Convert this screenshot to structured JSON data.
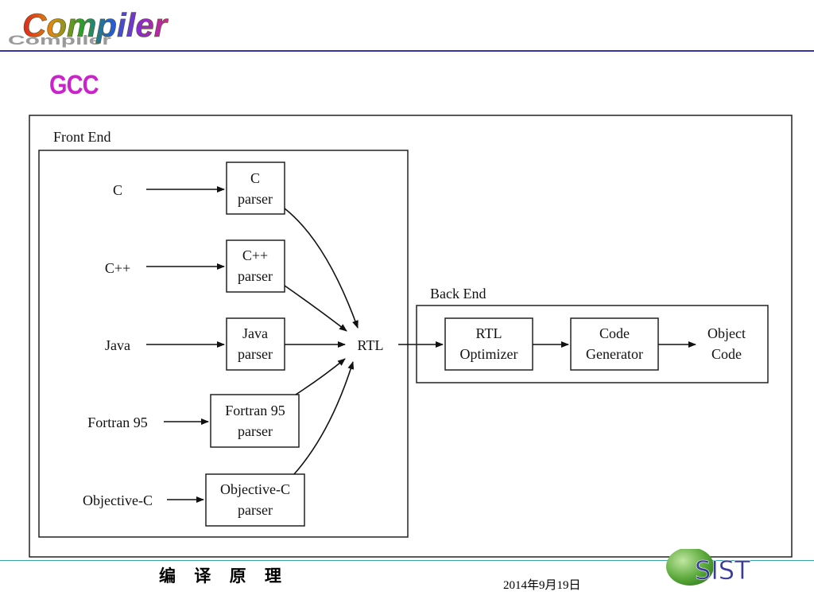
{
  "header": {
    "logo_text": "Compiler",
    "title": "GCC"
  },
  "diagram": {
    "front_end_label": "Front End",
    "back_end_label": "Back End",
    "languages": [
      "C",
      "C++",
      "Java",
      "Fortran 95",
      "Objective-C"
    ],
    "parsers": [
      {
        "line1": "C",
        "line2": "parser"
      },
      {
        "line1": "C++",
        "line2": "parser"
      },
      {
        "line1": "Java",
        "line2": "parser"
      },
      {
        "line1": "Fortran 95",
        "line2": "parser"
      },
      {
        "line1": "Objective-C",
        "line2": "parser"
      }
    ],
    "rtl": "RTL",
    "optimizer": {
      "line1": "RTL",
      "line2": "Optimizer"
    },
    "generator": {
      "line1": "Code",
      "line2": "Generator"
    },
    "output": {
      "line1": "Object",
      "line2": "Code"
    }
  },
  "footer": {
    "course": "编 译 原 理",
    "date": "2014年9月19日",
    "logo_text": "SIST"
  },
  "colors": {
    "title": "#cc22cc",
    "header_rule": "#3333aa",
    "footer_rule": "#3aa3a3",
    "sist_green": "#4a9a2e",
    "sist_text": "#3a3a9a"
  }
}
